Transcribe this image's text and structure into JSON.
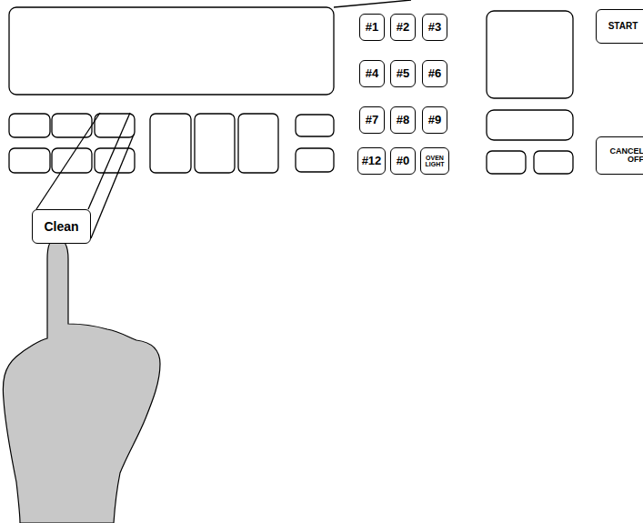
{
  "diagram": {
    "nodes": [
      {
        "text": [
          "#1"
        ]
      },
      {
        "text": [
          "#2"
        ]
      },
      {
        "text": [
          "#3"
        ]
      },
      {
        "text": [
          "#4"
        ]
      },
      {
        "text": [
          "#5"
        ]
      },
      {
        "text": [
          "#6"
        ]
      },
      {
        "text": [
          "#7"
        ]
      },
      {
        "text": [
          "#8"
        ]
      },
      {
        "text": [
          "#9"
        ]
      },
      {
        "text": [
          "#12"
        ]
      },
      {
        "text": [
          "#0"
        ]
      },
      {
        "text": [
          "OVEN LIGHT"
        ]
      },
      {
        "text": [
          "START"
        ]
      },
      {
        "text": [
          "CANCEL OFF"
        ]
      },
      {
        "text": [
          "Clean"
        ]
      }
    ]
  }
}
